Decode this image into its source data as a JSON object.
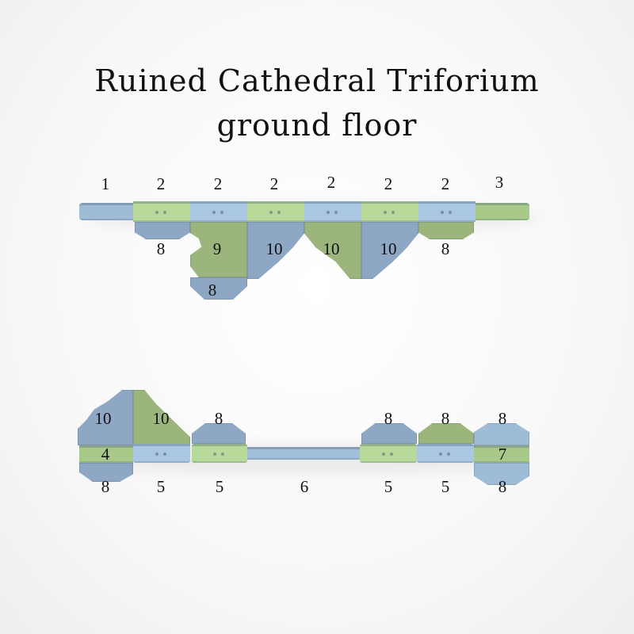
{
  "title": {
    "line1": "Ruined Cathedral Triforium",
    "line2": "ground floor"
  },
  "colors": {
    "light_green": "#b7d99a",
    "light_blue": "#a9c7e3",
    "dark_green": "#9bb57c",
    "dark_blue": "#8ea7c4",
    "background": "#f9f9f9",
    "text": "#111111"
  },
  "top_row": {
    "labels_above": [
      "1",
      "2",
      "2",
      "2",
      "2",
      "2",
      "2",
      "3"
    ],
    "labels_below": [
      "8",
      "9",
      "10",
      "10",
      "10",
      "8",
      "8"
    ]
  },
  "bottom_row": {
    "labels_above": [
      "10",
      "10",
      "8",
      "8",
      "8",
      "8"
    ],
    "labels_middle": [
      "4",
      "7"
    ],
    "labels_below": [
      "8",
      "5",
      "5",
      "6",
      "5",
      "5",
      "8"
    ]
  }
}
